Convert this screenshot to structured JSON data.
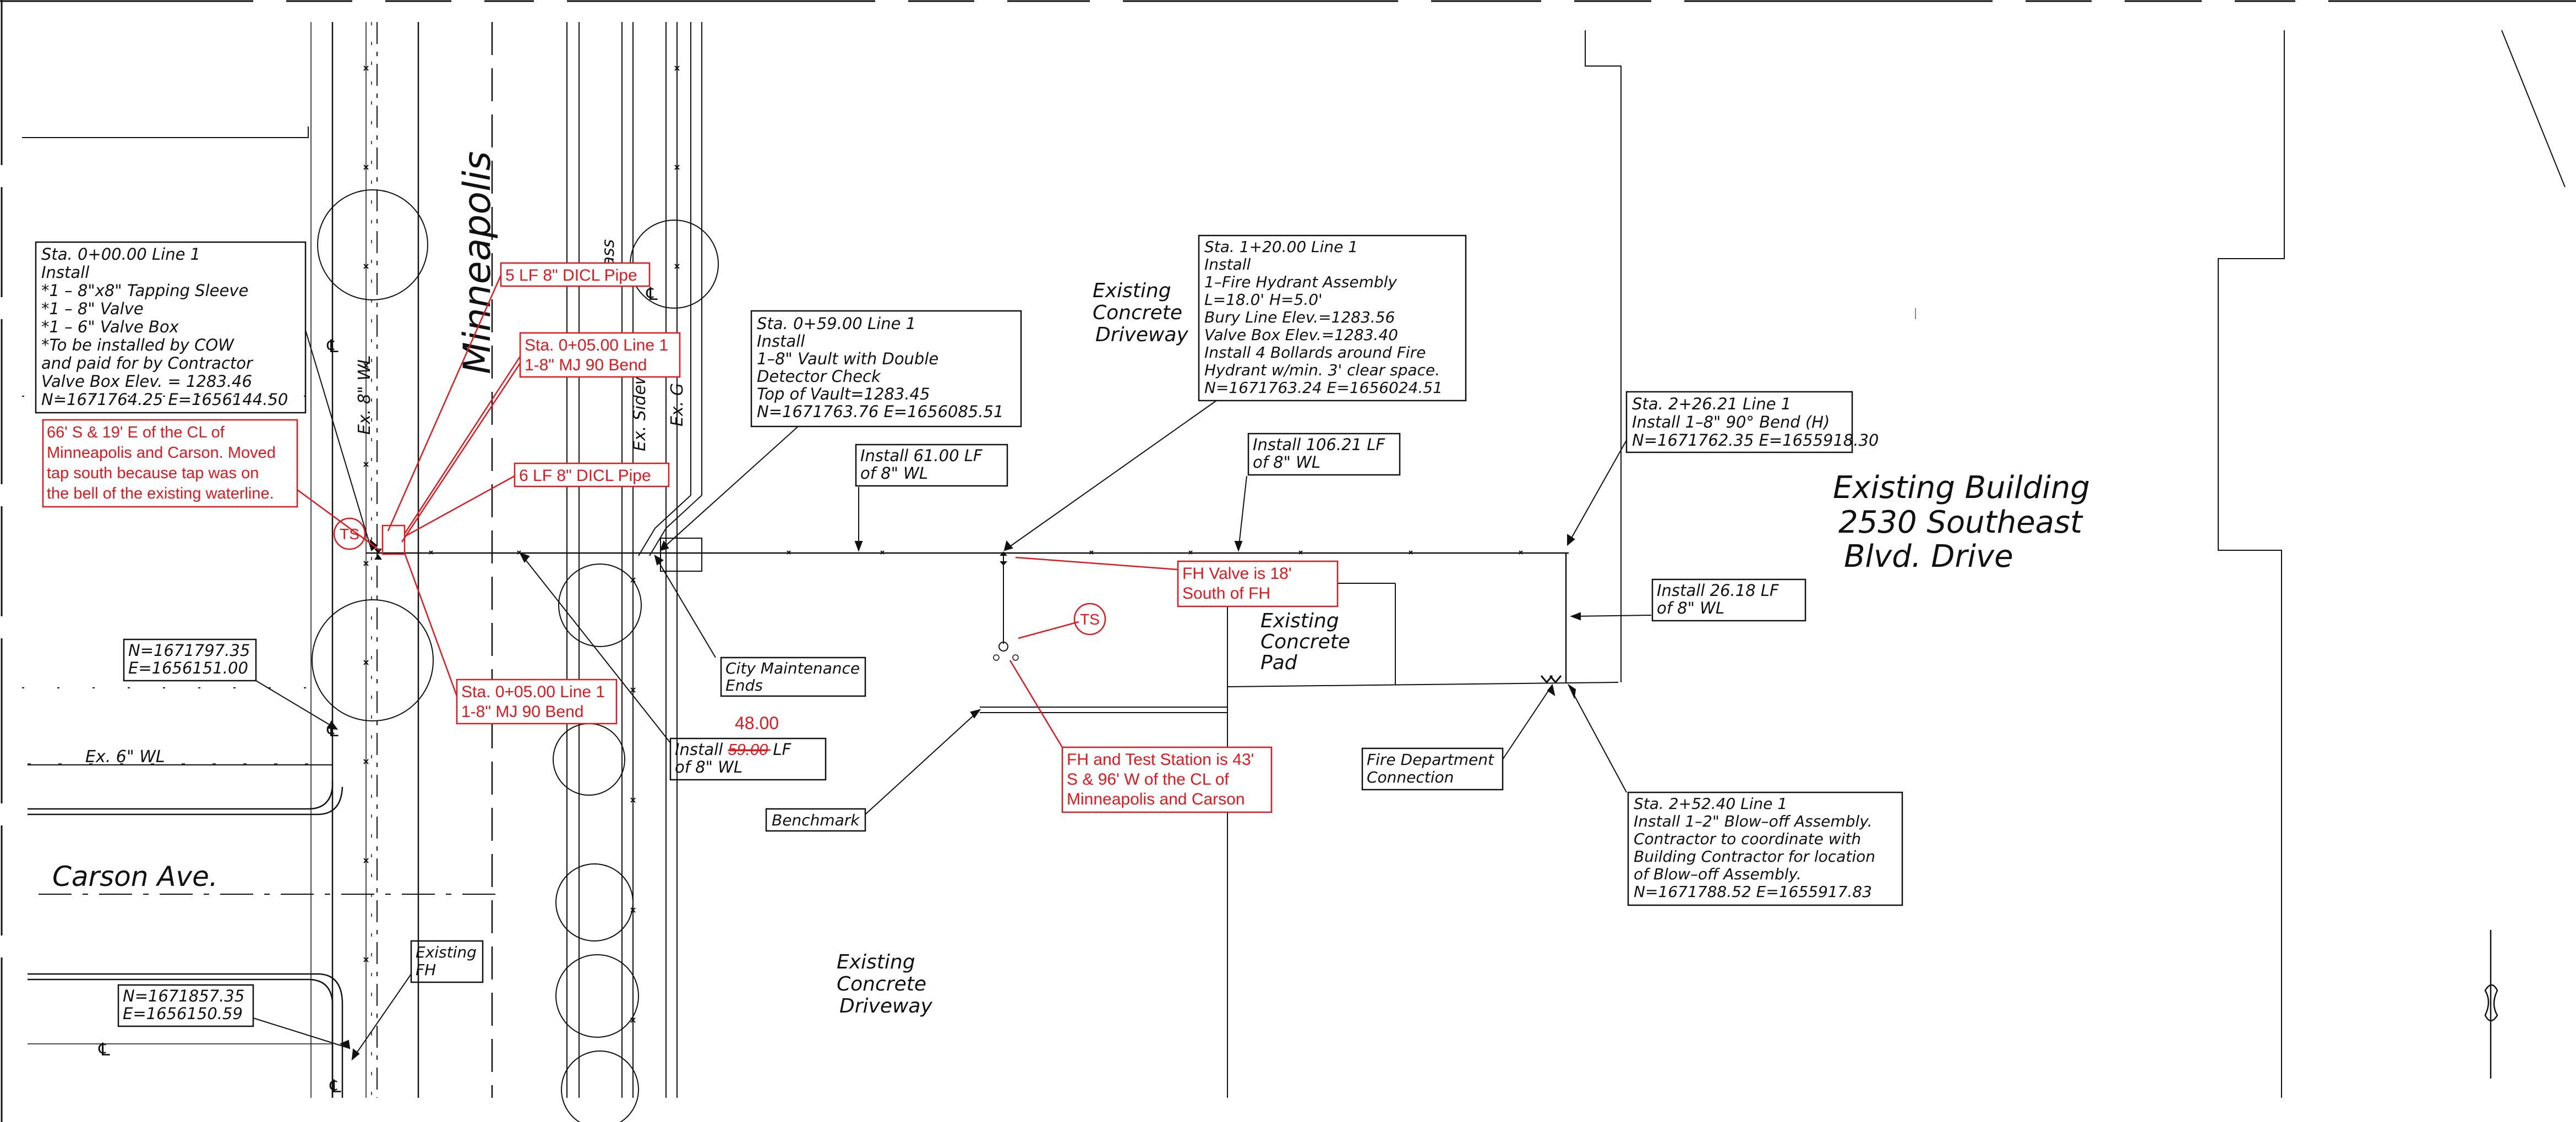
{
  "sheet": {
    "accent_red": "#e0191e",
    "line_black": "#111111"
  },
  "streets": {
    "minneapolis": "Minneapolis",
    "carson": "Carson Ave.",
    "grass": "Grass",
    "ex_sidewalk": "Ex. Sidew",
    "ex_g": "Ex. G",
    "ex_8_wl": "Ex. 8\" WL",
    "ex_6_wl": "Ex. 6\" WL",
    "centerline": "℄"
  },
  "areas": {
    "building": [
      "Existing Building",
      "2530 Southeast",
      "Blvd. Drive"
    ],
    "driveway_top": [
      "Existing",
      "Concrete",
      "Driveway"
    ],
    "driveway_bottom": [
      "Existing",
      "Concrete",
      "Driveway"
    ],
    "pad": [
      "Existing",
      "Concrete",
      "Pad"
    ]
  },
  "callouts": {
    "sta000": [
      "Sta. 0+00.00 Line 1",
      "Install",
      "*1 – 8\"x8\" Tapping Sleeve",
      "*1 – 8\" Valve",
      "*1 – 6\" Valve Box",
      "*To be installed by COW",
      "and paid for by Contractor",
      "Valve Box Elev. = 1283.46",
      "N=1671764.25   E=1656144.50"
    ],
    "sta059": [
      "Sta. 0+59.00 Line 1",
      "Install",
      "1–8\" Vault with Double",
      "Detector Check",
      "Top of Vault=1283.45",
      "N=1671763.76   E=1656085.51"
    ],
    "sta120": [
      "Sta. 1+20.00 Line 1",
      "Install",
      "1–Fire Hydrant Assembly",
      "L=18.0'     H=5.0'",
      "Bury Line Elev.=1283.56",
      "Valve Box Elev.=1283.40",
      "Install 4 Bollards around Fire",
      "Hydrant w/min. 3' clear space.",
      "N=1671763.24   E=1656024.51"
    ],
    "sta226": [
      "Sta. 2+26.21 Line 1",
      "Install 1–8\" 90° Bend (H)",
      "N=1671762.35  E=1655918.30"
    ],
    "sta252": [
      "Sta. 2+52.40 Line 1",
      "Install 1–2\" Blow–off Assembly.",
      "Contractor to coordinate with",
      "Building Contractor for location",
      "of Blow–off Assembly.",
      "N=1671788.52   E=1655917.83"
    ],
    "install61": [
      "Install 61.00 LF",
      "of 8\" WL"
    ],
    "install106": [
      "Install 106.21 LF",
      "of 8\" WL"
    ],
    "install26": [
      "Install 26.18 LF",
      "of 8\" WL"
    ],
    "install59_prefix": "Install",
    "install59_struck": "59.00",
    "install59_suffix": "LF",
    "install59_line2": "of 8\" WL",
    "install59_revised": "48.00",
    "coord1": [
      "N=1671797.35",
      "E=1656151.00"
    ],
    "coord2": [
      "N=1671857.35",
      "E=1656150.59"
    ],
    "city_maint": [
      "City Maintenance",
      "Ends"
    ],
    "benchmark": "Benchmark",
    "fire_dept": [
      "Fire Department",
      "Connection"
    ],
    "existing_fh": [
      "Existing",
      "FH"
    ]
  },
  "redlines": {
    "dicl5": "5 LF 8\" DICL Pipe",
    "bend_upper": [
      "Sta. 0+05.00 Line 1",
      "1-8\" MJ 90 Bend"
    ],
    "note66": [
      "66' S & 19' E of the CL of",
      "Minneapolis and Carson. Moved",
      "tap south because tap was on",
      "the bell of the existing waterline."
    ],
    "dicl6": "6 LF 8\" DICL Pipe",
    "bend_lower": [
      "Sta. 0+05.00 Line 1",
      "1-8\" MJ 90 Bend"
    ],
    "fh_valve": [
      "FH Valve is 18'",
      "South of FH"
    ],
    "fh_test": [
      "FH and Test Station is 43'",
      "S & 96' W of the CL of",
      "Minneapolis and Carson"
    ],
    "ts": "TS"
  }
}
